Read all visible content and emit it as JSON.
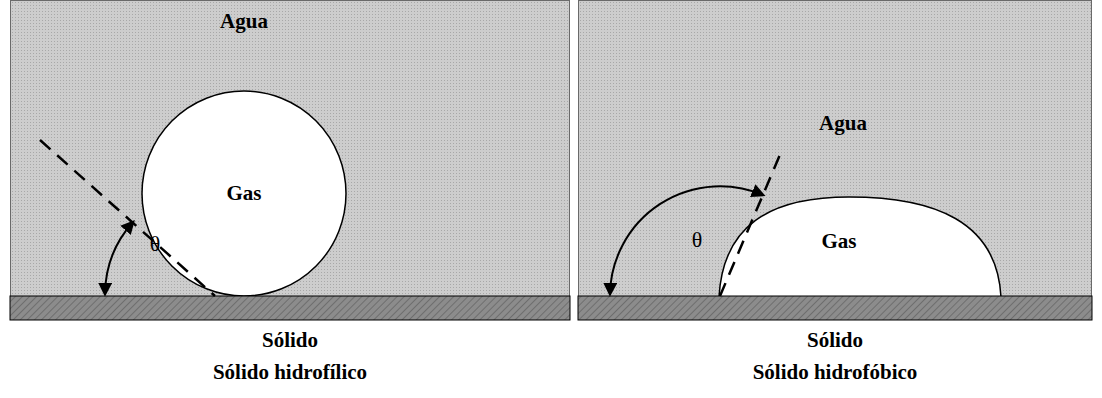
{
  "diagram": {
    "nodes": [
      {
        "text": [
          "Agua"
        ]
      },
      {
        "text": [
          "Gas"
        ],
        "in": 0
      },
      {
        "text": [
          "Agua"
        ]
      },
      {
        "text": [
          "Gas"
        ],
        "in": 2
      }
    ],
    "labels": [
      "θ",
      "Sólido",
      "Sólido hidrofílico",
      "θ",
      "Sólido",
      "Sólido hidrofóbico"
    ]
  }
}
